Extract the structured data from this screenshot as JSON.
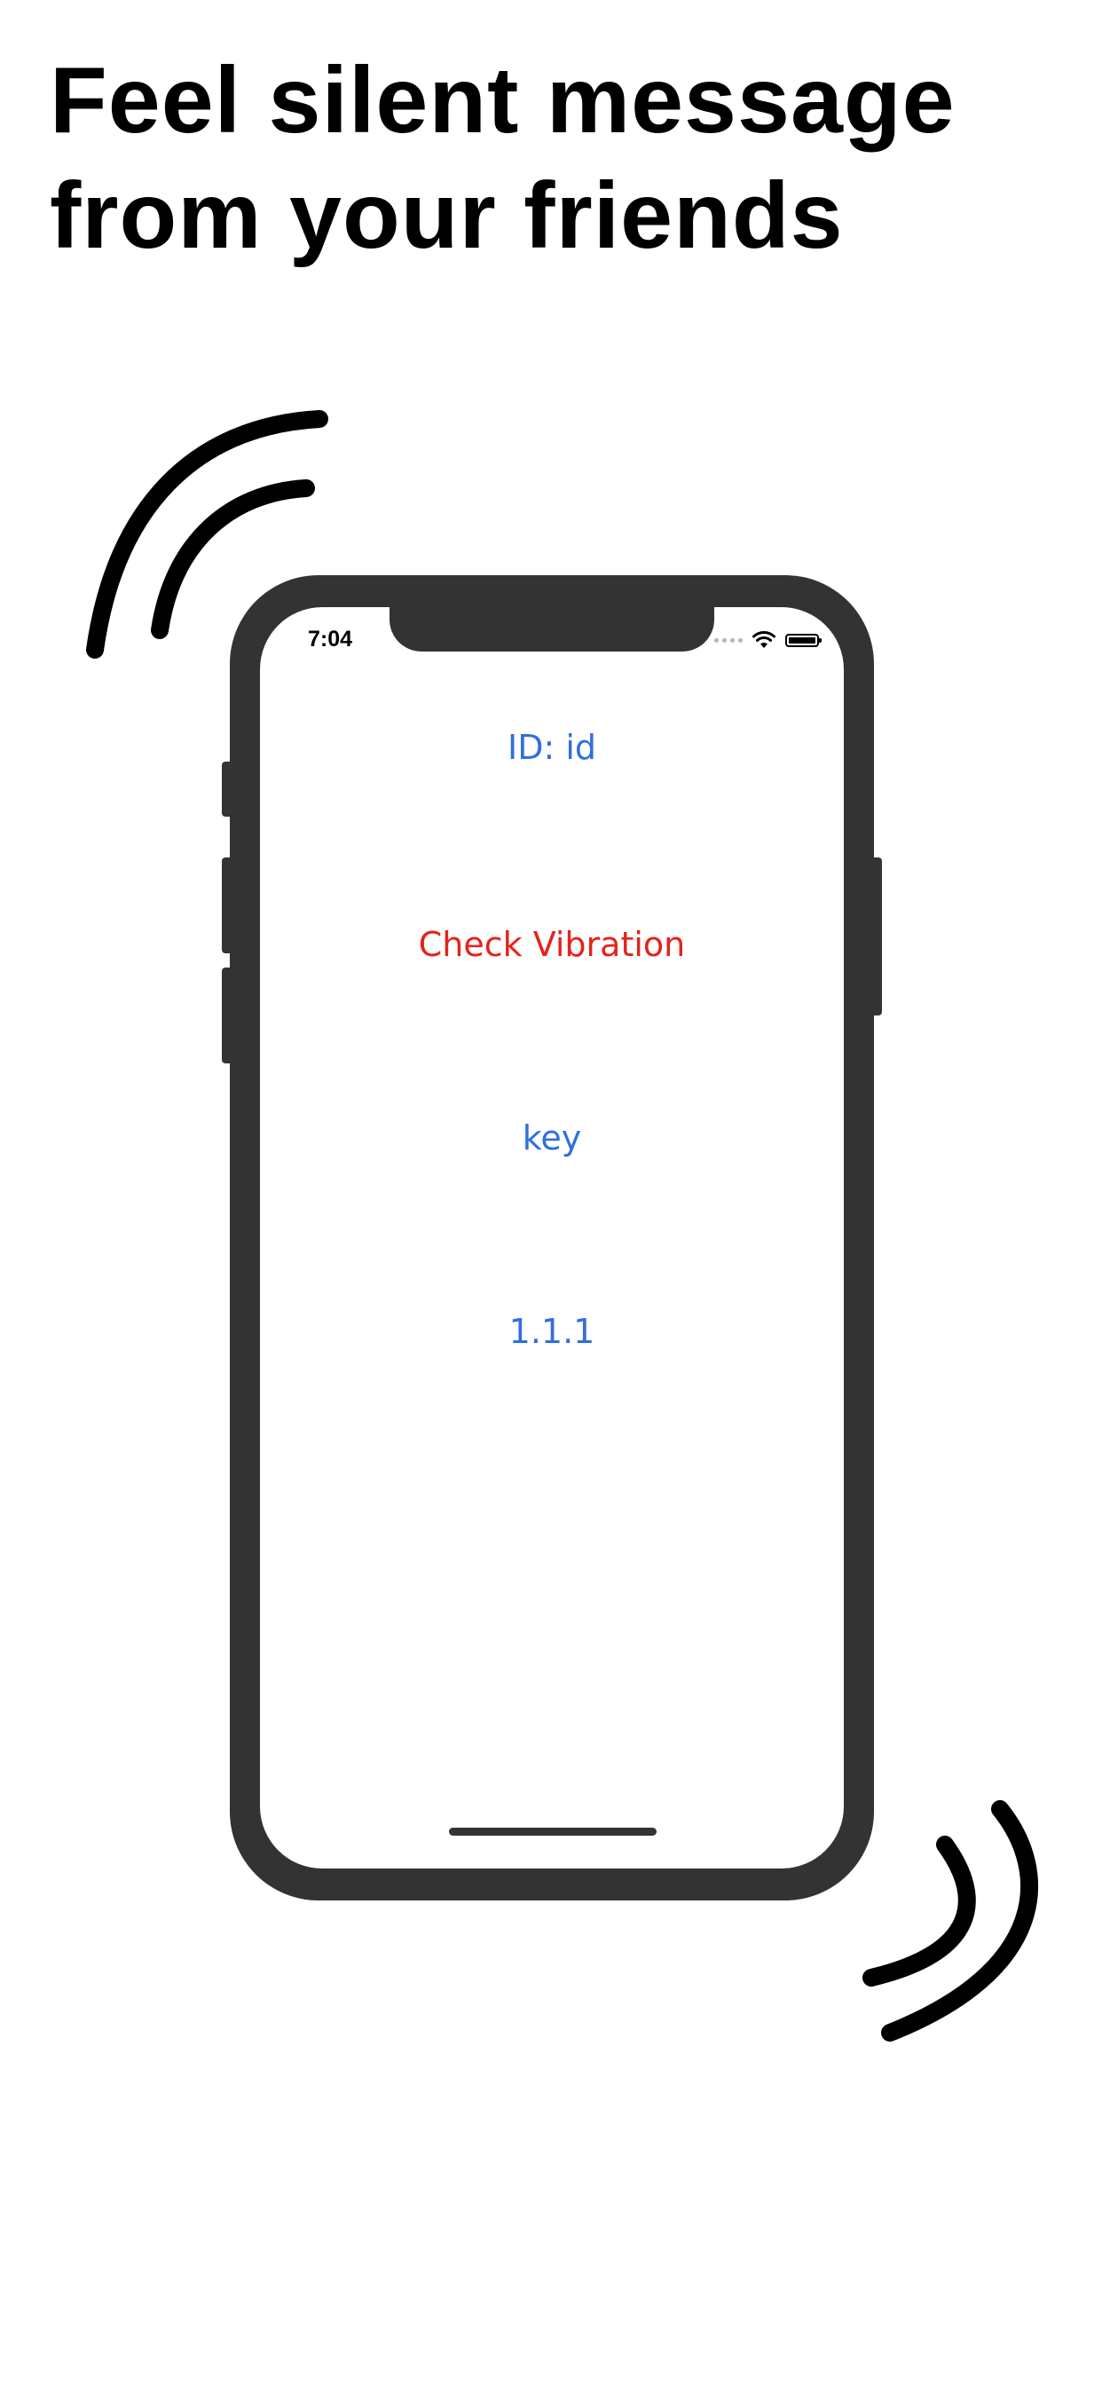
{
  "headline": {
    "line1": "Feel silent message",
    "line2": "from your friends"
  },
  "status_bar": {
    "time": "7:04",
    "icons": [
      "signal-dots-icon",
      "wifi-icon",
      "battery-icon"
    ]
  },
  "app": {
    "id_label": "ID: id",
    "check_vibration_label": "Check Vibration",
    "key_label": "key",
    "version_label": "1.1.1"
  },
  "colors": {
    "link_blue": "#2f6fe0",
    "action_red": "#e3241b",
    "phone_frame": "#333333"
  }
}
